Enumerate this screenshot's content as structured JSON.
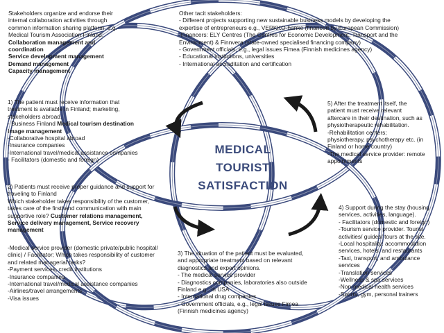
{
  "center_title": [
    "MEDICAL",
    "TOURIST",
    "SATISFACTION"
  ],
  "colors": {
    "ring": "#3b4a7c",
    "band_fill": "#ffffff",
    "arrow": "#1a1a1a",
    "title": "#3a4a7a"
  },
  "boxes": {
    "top_left": [
      {
        "t": "Stakeholders organize and endorse their",
        "b": false
      },
      {
        "t": "internal collaboration activities through",
        "b": false
      },
      {
        "t": "common information sharing platform, e.g.",
        "b": false
      },
      {
        "t": "Medical Tourism Association Finland:",
        "b": false
      },
      {
        "t": "Collaboration management and",
        "b": true
      },
      {
        "t": "coordination",
        "b": true
      },
      {
        "t": "Service development management",
        "b": true
      },
      {
        "t": "Demand management",
        "b": true
      },
      {
        "t": "Capacity management",
        "b": true
      }
    ],
    "top_right": [
      {
        "t": "Other tacit stakeholders:",
        "b": false
      },
      {
        "t": "- Different projects supporting new sustainable business models by developing the",
        "b": false
      },
      {
        "t": "expertise of entrepreneurs e.g., VERKKO-hanke (financed by European Commission)",
        "b": false
      },
      {
        "t": "-Financers: ELY Centres (The Centres for Economic Development, Transport and the",
        "b": false
      },
      {
        "t": "Environment) & Finnvera (state-owned specialised financing company)",
        "b": false
      },
      {
        "t": "- Government officials, e.g., legal issues Fimea (Finnish medicines agency)",
        "b": false
      },
      {
        "t": "- Educational institutions, universities",
        "b": false
      },
      {
        "t": "- International accreditation and certification",
        "b": false
      }
    ],
    "left_1": [
      {
        "t": "1) The patient must receive information that",
        "b": false
      },
      {
        "t": "treatment is available in Finland; marketing,",
        "b": false
      },
      {
        "t": "stakeholders abroad.",
        "b": false
      },
      {
        "t": "- Business Finland ",
        "b": false,
        "bold_tail": "Medical tourism destination"
      },
      {
        "t": "image management",
        "b": true
      },
      {
        "t": "-Collaborative hospital abroad",
        "b": false
      },
      {
        "t": "-Insurance companies",
        "b": false
      },
      {
        "t": "-International travel/medical assistance companies",
        "b": false
      },
      {
        "t": "- Facilitators (domestic and foreign)",
        "b": false
      }
    ],
    "left_2": [
      {
        "t": "2) Patients must receive proper guidance and support for",
        "b": false
      },
      {
        "t": "traveling to Finland",
        "b": false
      },
      {
        "t": "Which stakeholder takes responsibility of the customer,",
        "b": false
      },
      {
        "t": "takes care of the firsthand communication with main",
        "b": false
      },
      {
        "t": "supportive role? ",
        "b": false,
        "bold_tail": "Customer relations management,"
      },
      {
        "t": "Service delivery management, Service recovery",
        "b": true
      },
      {
        "t": "management",
        "b": true
      }
    ],
    "left_3": [
      {
        "t": "-Medical service provider (domestic private/public hospital/",
        "b": false
      },
      {
        "t": "clinic) / Facilitator; Which takes responsibility of customer",
        "b": false
      },
      {
        "t": "and related managerial tasks?",
        "b": false
      },
      {
        "t": "-Payment services, credit institutions",
        "b": false
      },
      {
        "t": "-Insurance companies",
        "b": false
      },
      {
        "t": "-International travel/medical assistance companies",
        "b": false
      },
      {
        "t": "-Airlines/travel arrangements",
        "b": false
      },
      {
        "t": "-Visa issues",
        "b": false
      }
    ],
    "right_5": [
      {
        "t": "5) After the treatment itself, the",
        "b": false
      },
      {
        "t": "patient must receive relevant",
        "b": false
      },
      {
        "t": "aftercare in their destination, such as",
        "b": false
      },
      {
        "t": "physiotherapeutic rehabilitation.",
        "b": false
      },
      {
        "t": "-Rehabilitation centers;",
        "b": false
      },
      {
        "t": "physiotherapy, psychotherapy etc. (in",
        "b": false
      },
      {
        "t": "Finland or home country)",
        "b": false
      },
      {
        "t": "-The medical service provider: remote",
        "b": false
      },
      {
        "t": "appointments",
        "b": false
      }
    ],
    "right_4": [
      {
        "t": "4) Support during the stay (housing",
        "b": false
      },
      {
        "t": "services, activities, language).",
        "b": false
      },
      {
        "t": "- Facilitators (domestic and foreign)",
        "b": false
      },
      {
        "t": "-Tourism service provider. Tourist",
        "b": false
      },
      {
        "t": "activities/ guides/ tours at the site.",
        "b": false
      },
      {
        "t": "-Local hospitality: accommodation",
        "b": false
      },
      {
        "t": "services, hotels, and restaurants",
        "b": false
      },
      {
        "t": "-Taxi, transport, and ambulance",
        "b": false
      },
      {
        "t": "services",
        "b": false
      },
      {
        "t": "-Translation services",
        "b": false
      },
      {
        "t": "-Wellness & spa services",
        "b": false
      },
      {
        "t": "-Non-medical health services",
        "b": false
      },
      {
        "t": "-Sports, gym, personal trainers",
        "b": false
      }
    ],
    "bottom_3": [
      {
        "t": "3) The situation of the patient must be evaluated,",
        "b": false
      },
      {
        "t": "and appropriate treatment based on relevant",
        "b": false
      },
      {
        "t": "diagnostics and expert opinions.",
        "b": false
      },
      {
        "t": "- The medical service provider",
        "b": false
      },
      {
        "t": "- Diagnostics companies, laboratories also outside",
        "b": false
      },
      {
        "t": "Finland e.g., in USA",
        "b": false
      },
      {
        "t": "- International drug companies",
        "b": false
      },
      {
        "t": "- Government officials, e.g., legal issues Fimea",
        "b": false
      },
      {
        "t": "(Finnish medicines agency)",
        "b": false
      }
    ]
  }
}
